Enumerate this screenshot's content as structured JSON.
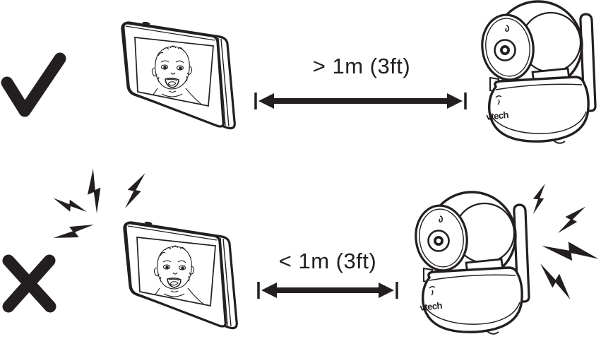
{
  "diagram": {
    "background_color": "#ffffff",
    "ink_color": "#231f20",
    "rows": {
      "correct": {
        "mark_icon": "check-mark",
        "distance_label": "> 1m (3ft)"
      },
      "incorrect": {
        "mark_icon": "cross-mark",
        "distance_label": "< 1m (3ft)",
        "noise_icon": "lightning-bolts"
      }
    },
    "icons": {
      "parent_unit": "baby-monitor-parent-unit",
      "baby_unit": "pan-tilt-camera-baby-unit",
      "distance": "double-headed-arrow"
    },
    "camera_brand_label": "vtech"
  }
}
